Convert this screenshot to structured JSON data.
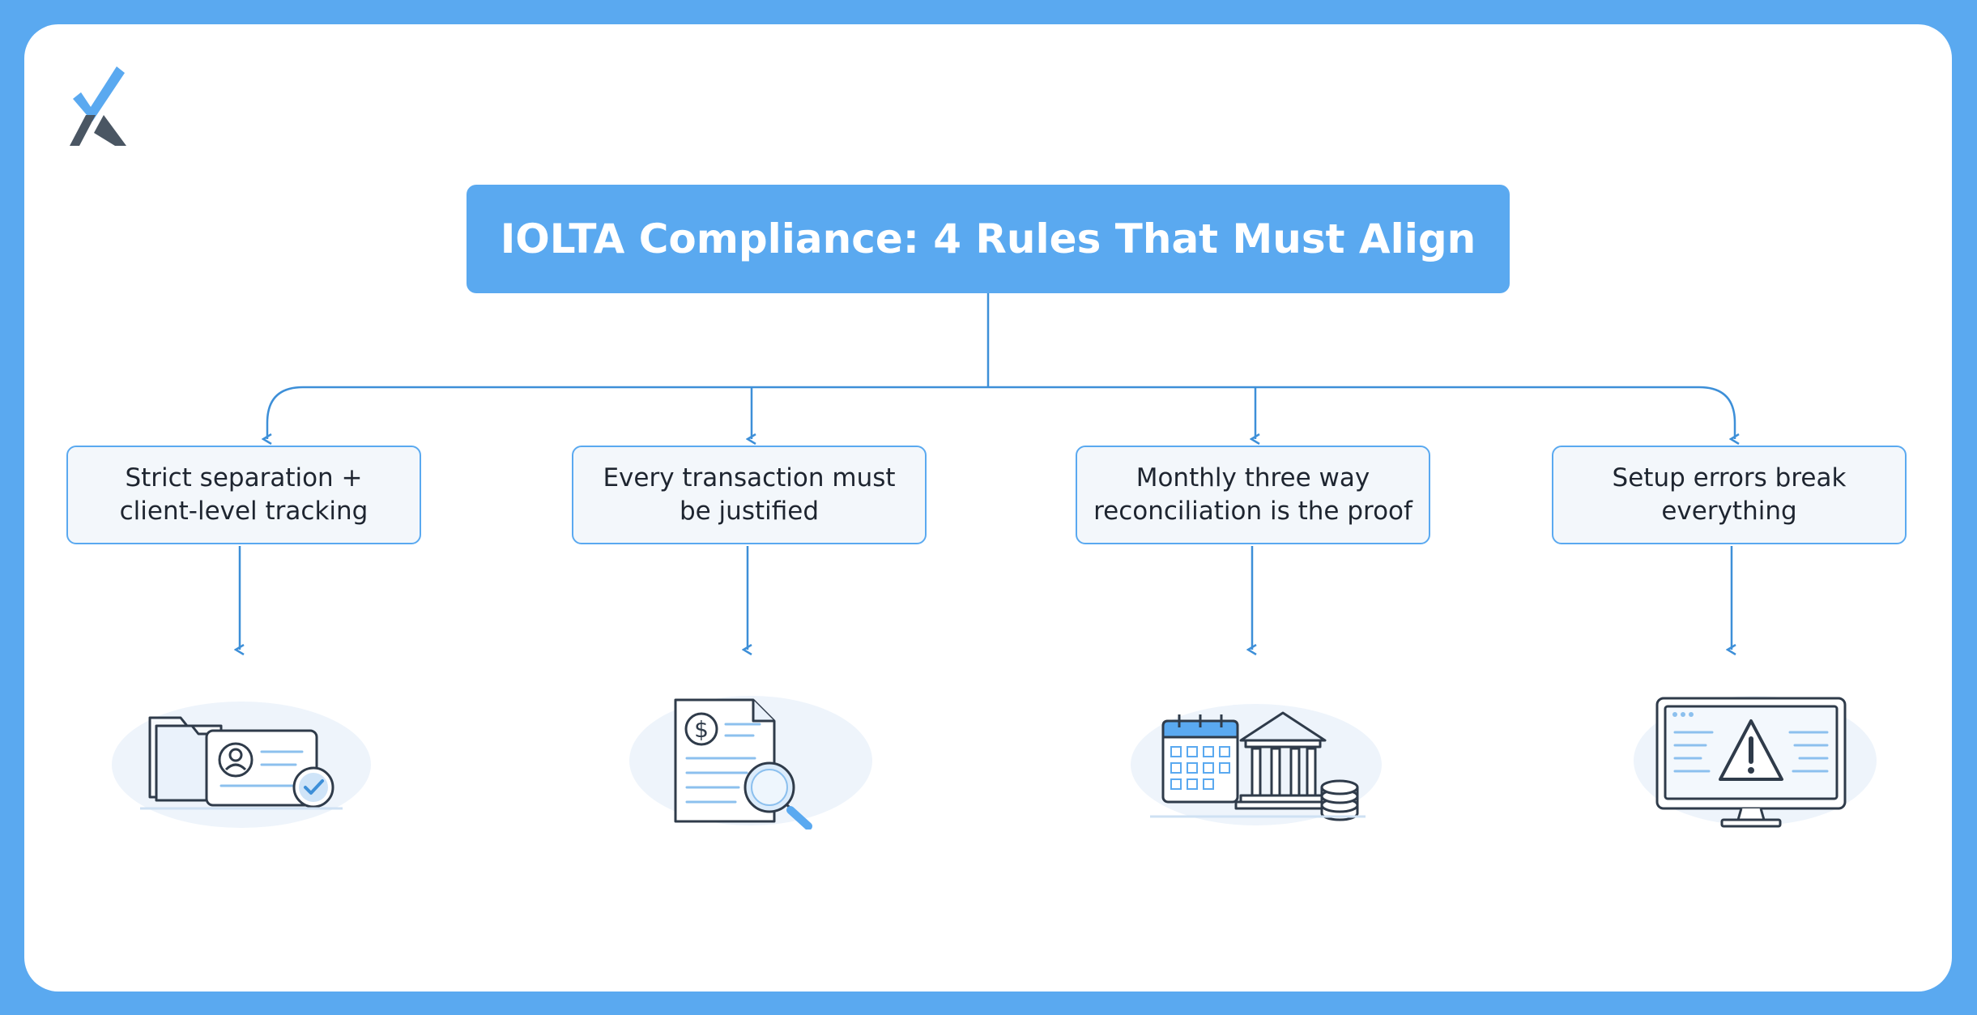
{
  "diagram": {
    "title": "IOLTA Compliance: 4 Rules That Must Align",
    "rules": [
      {
        "label": "Strict separation + client-level tracking",
        "line1": "Strict separation +",
        "line2": "client-level tracking",
        "illustration": "folder-client-card-check-icon"
      },
      {
        "label": "Every transaction must be justified",
        "line1": "Every transaction must",
        "line2": "be justified",
        "illustration": "document-dollar-magnifier-icon"
      },
      {
        "label": "Monthly three way reconciliation is the proof",
        "line1": "Monthly three way",
        "line2": "reconciliation is the proof",
        "illustration": "calendar-bank-coins-icon"
      },
      {
        "label": "Setup errors break everything",
        "line1": "Setup errors break",
        "line2": "everything",
        "illustration": "monitor-warning-icon"
      }
    ]
  },
  "brand": {
    "logo": "checkmark-x-logo"
  },
  "colors": {
    "background": "#5aa9f0",
    "accent": "#5aa9f0",
    "connector": "#3d8fd8",
    "box_fill": "#f3f7fb",
    "text": "#1e2530",
    "icon_dark": "#2f3b4a"
  }
}
